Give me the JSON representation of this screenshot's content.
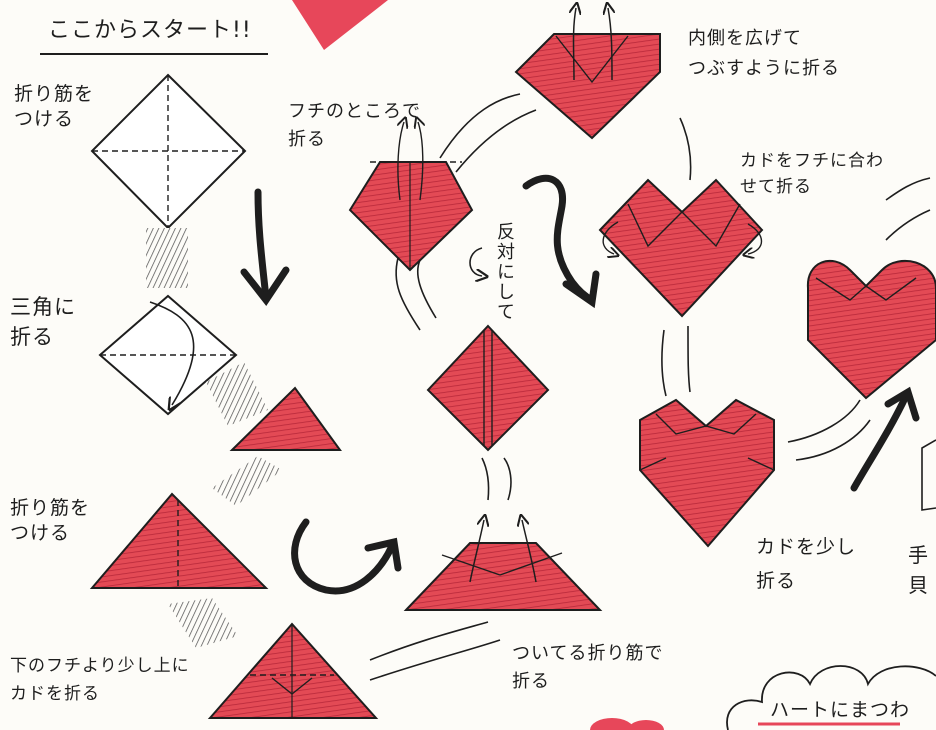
{
  "colors": {
    "paper_red": "#e34a55",
    "ink": "#1e1e1e",
    "accent_pink": "#e7475a",
    "background": "#fdfcf8"
  },
  "heading": "ここからスタート!!",
  "steps": [
    {
      "id": "crease-1",
      "text": "折り筋を\nつける"
    },
    {
      "id": "fold-triangle",
      "text": "三角に\n折る"
    },
    {
      "id": "crease-2",
      "text": "折り筋を\nつける"
    },
    {
      "id": "fold-corner-up",
      "text": "下のフチより少し上に\nカドを折る"
    },
    {
      "id": "fold-on-crease",
      "text": "ついてる折り筋で\n折る"
    },
    {
      "id": "fold-at-edge",
      "text": "フチのところで\n折る"
    },
    {
      "id": "flip-over",
      "text": "反対にして"
    },
    {
      "id": "open-squash",
      "text": "内側を広げて\nつぶすように折る"
    },
    {
      "id": "corner-to-edge",
      "text": "カドをフチに合わ\nせて折る"
    },
    {
      "id": "fold-corners-slightly",
      "text": "カドを少し\n折る"
    }
  ],
  "partial_right_text": "手\n貝",
  "bottom_banner": "ハートにまつわ"
}
